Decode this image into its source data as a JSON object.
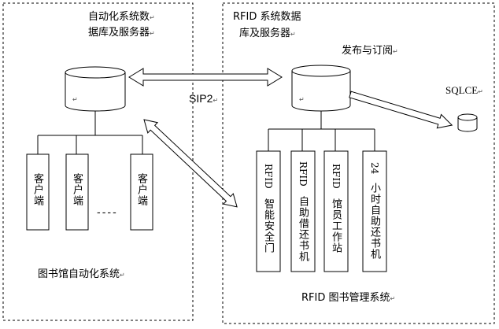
{
  "left_db_label_line1": "自动化系统数",
  "left_db_label_line2": "据库及服务器",
  "left_system_label": "图书馆自动化系统",
  "client_label": "客户端",
  "dashes": "----",
  "protocol_label": "SIP2",
  "right_db_label_line1": "RFID 系统数据",
  "right_db_label_line2": "库及服务器",
  "publish_label": "发布与订阅",
  "sqlce_label": "SQLCE",
  "rfid_system_label": "RFID 图书管理系统",
  "devices": [
    {
      "prefix": "RFID",
      "name": "智能安全门"
    },
    {
      "prefix": "RFID",
      "name": "自助借还书机"
    },
    {
      "prefix": "RFID",
      "name": "馆员工作站"
    },
    {
      "prefix": "24",
      "name": "小时自助还书机"
    }
  ],
  "paragraph_mark": "↵"
}
